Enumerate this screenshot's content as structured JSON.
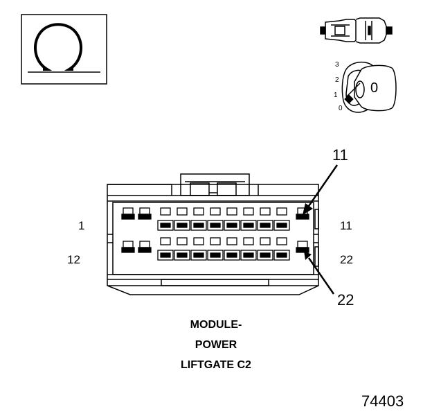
{
  "symbol": {
    "name": "ohm-symbol"
  },
  "ignition": {
    "positions": [
      "3",
      "2",
      "1",
      "0"
    ],
    "key_label": "0"
  },
  "connector": {
    "pin_labels": {
      "top_left": "1",
      "top_right": "11",
      "bottom_left": "12",
      "bottom_right": "22"
    },
    "callouts": {
      "top": "11",
      "bottom": "22"
    }
  },
  "caption": {
    "line1": "MODULE-",
    "line2": "POWER",
    "line3": "LIFTGATE C2"
  },
  "figure_number": "74403"
}
